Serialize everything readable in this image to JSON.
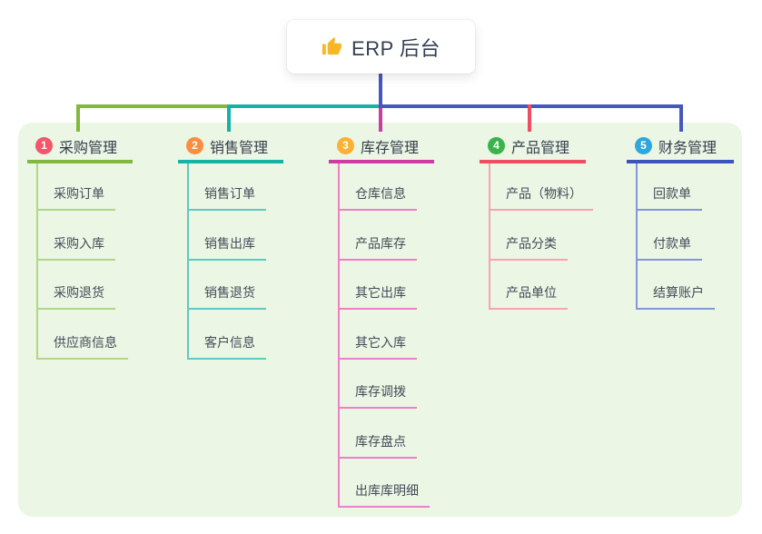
{
  "root": {
    "title": "ERP 后台",
    "icon": "thumbs-up-icon"
  },
  "branches": [
    {
      "number": "1",
      "label": "采购管理",
      "color": "#83b83f",
      "light_color": "#b0d786",
      "badge_color": "#f2566b",
      "items": [
        "采购订单",
        "采购入库",
        "采购退货",
        "供应商信息"
      ]
    },
    {
      "number": "2",
      "label": "销售管理",
      "color": "#17b1a6",
      "light_color": "#5ecac1",
      "badge_color": "#fd8e41",
      "items": [
        "销售订单",
        "销售出库",
        "销售退货",
        "客户信息"
      ]
    },
    {
      "number": "3",
      "label": "库存管理",
      "color": "#ca3da4",
      "light_color": "#ef7fc6",
      "badge_color": "#f9b233",
      "items": [
        "仓库信息",
        "产品库存",
        "其它出库",
        "其它入库",
        "库存调拨",
        "库存盘点",
        "出库库明细"
      ]
    },
    {
      "number": "4",
      "label": "产品管理",
      "color": "#ef4d62",
      "light_color": "#f9a3b1",
      "badge_color": "#3bb34d",
      "items": [
        "产品（物料）",
        "产品分类",
        "产品单位"
      ]
    },
    {
      "number": "5",
      "label": "财务管理",
      "color": "#3d55b8",
      "light_color": "#8496da",
      "badge_color": "#30a7dc",
      "items": [
        "回款单",
        "付款单",
        "结算账户"
      ]
    }
  ],
  "colors": {
    "stem": "#4657bd",
    "panel_bg": "#ebf6e4",
    "thumb_icon": "#f6b826"
  }
}
